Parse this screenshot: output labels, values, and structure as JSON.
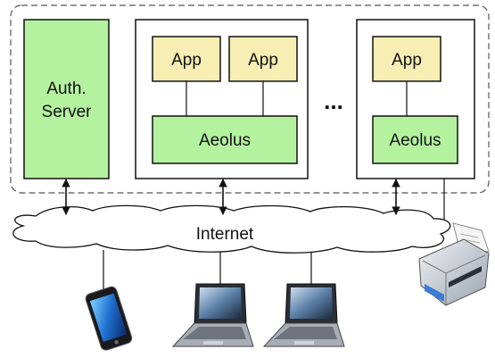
{
  "auth_server": {
    "line1": "Auth.",
    "line2": "Server"
  },
  "nodes": [
    {
      "apps": [
        "App",
        "App"
      ],
      "runtime": "Aeolus"
    },
    {
      "apps": [
        "App"
      ],
      "runtime": "Aeolus"
    }
  ],
  "ellipsis": "...",
  "network": {
    "label": "Internet"
  },
  "clients": [
    "smartphone",
    "laptop",
    "laptop"
  ],
  "peripheral": "printer",
  "colors": {
    "green": "#b4f2a0",
    "app_yellow": "#f8eeb4",
    "box_stroke": "#111111",
    "dashed": "#555555"
  }
}
